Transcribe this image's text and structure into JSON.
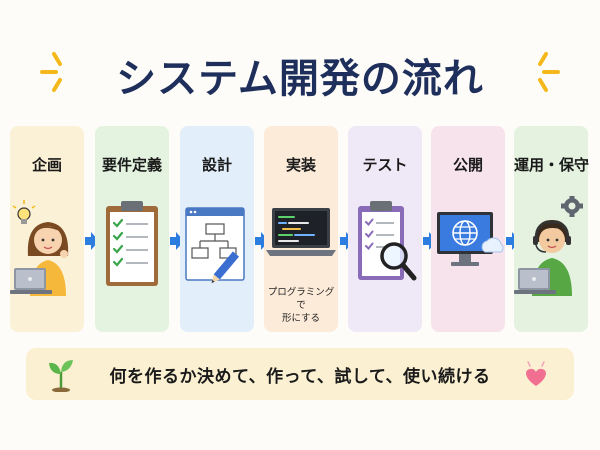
{
  "title": "システム開発の流れ",
  "steps": [
    {
      "label": "企画",
      "note": "",
      "bg": "#fbf1d6"
    },
    {
      "label": "要件定義",
      "note": "",
      "bg": "#e4f3e0"
    },
    {
      "label": "設計",
      "note": "",
      "bg": "#e2eef9"
    },
    {
      "label": "実装",
      "note": "プログラミングで\n形にする",
      "bg": "#fcebd9"
    },
    {
      "label": "テスト",
      "note": "",
      "bg": "#efe8f6"
    },
    {
      "label": "公開",
      "note": "",
      "bg": "#f7e3ec"
    },
    {
      "label": "運用・保守",
      "note": "",
      "bg": "#e4f2df"
    }
  ],
  "footer": {
    "text": "何を作るか決めて、作って、試して、使い続ける"
  },
  "colors": {
    "title": "#1f2f5c",
    "arrow": "#2b7de0",
    "spark": "#f4b81c"
  }
}
